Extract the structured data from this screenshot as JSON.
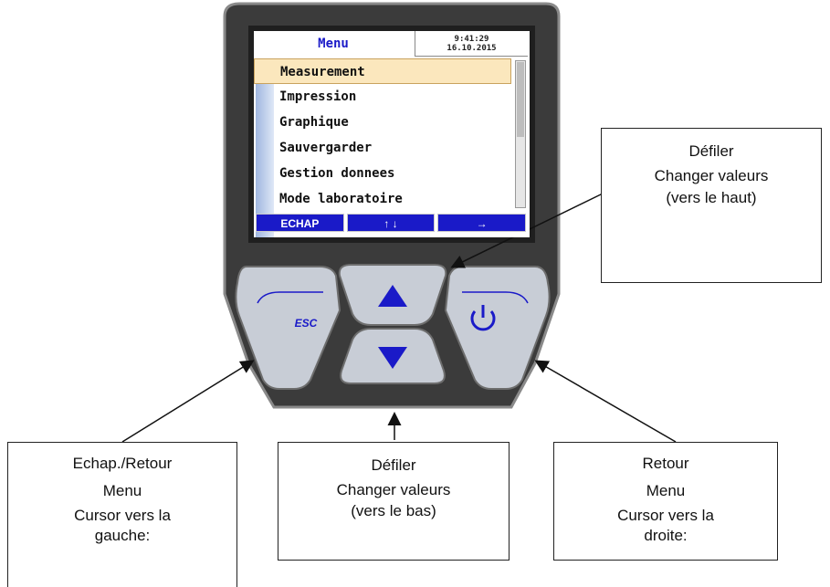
{
  "screen": {
    "title": "Menu",
    "time": "9:41:29",
    "date": "16.10.2015",
    "items": [
      "Measurement",
      "Impression",
      "Graphique",
      "Sauvergarder",
      "Gestion donnees",
      "Mode laboratoire"
    ],
    "selected_index": 0,
    "softkeys": [
      "ECHAP",
      "↑ ↓",
      "→"
    ]
  },
  "buttons": {
    "esc_label": "ESC"
  },
  "callouts": {
    "top_right": [
      "Défiler",
      "Changer valeurs",
      "(vers le haut)"
    ],
    "bottom_left": [
      "Echap./Retour",
      "Menu",
      "Cursor vers la",
      "gauche:"
    ],
    "bottom_middle": [
      "Défiler",
      "Changer valeurs",
      "(vers le bas)"
    ],
    "bottom_right": [
      "Retour",
      "Menu",
      "Cursor vers la",
      "droite:"
    ]
  },
  "colors": {
    "accent": "#1a1ac8",
    "device_body": "#3a3a3a",
    "button_gray": "#c8cdd6"
  }
}
